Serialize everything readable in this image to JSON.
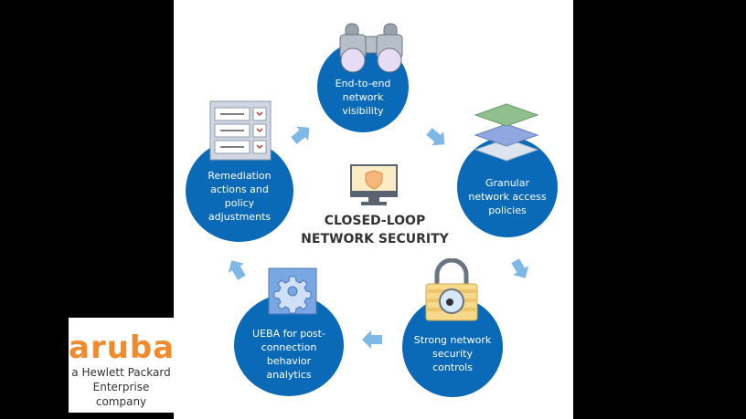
{
  "diagram": {
    "title": "CLOSED-LOOP\nNETWORK SECURITY",
    "center_icon": "monitor-shield-icon",
    "steps": [
      {
        "label": "End-to-end\nnetwork\nvisibility",
        "icon": "binoculars-icon"
      },
      {
        "label": "Granular\nnetwork access\npolicies",
        "icon": "layers-icon"
      },
      {
        "label": "Strong network\nsecurity\ncontrols",
        "icon": "padlock-icon"
      },
      {
        "label": "UEBA for post-\nconnection\nbehavior\nanalytics",
        "icon": "gear-icon"
      },
      {
        "label": "Remediation\nactions and\npolicy\nadjustments",
        "icon": "checklist-icon"
      }
    ],
    "colors": {
      "circle": "#0a6ab8",
      "arrow": "#7db8e6"
    }
  },
  "logo": {
    "brand": "aruba",
    "tagline": "a Hewlett Packard\nEnterprise company",
    "color": "#f08a2c"
  }
}
